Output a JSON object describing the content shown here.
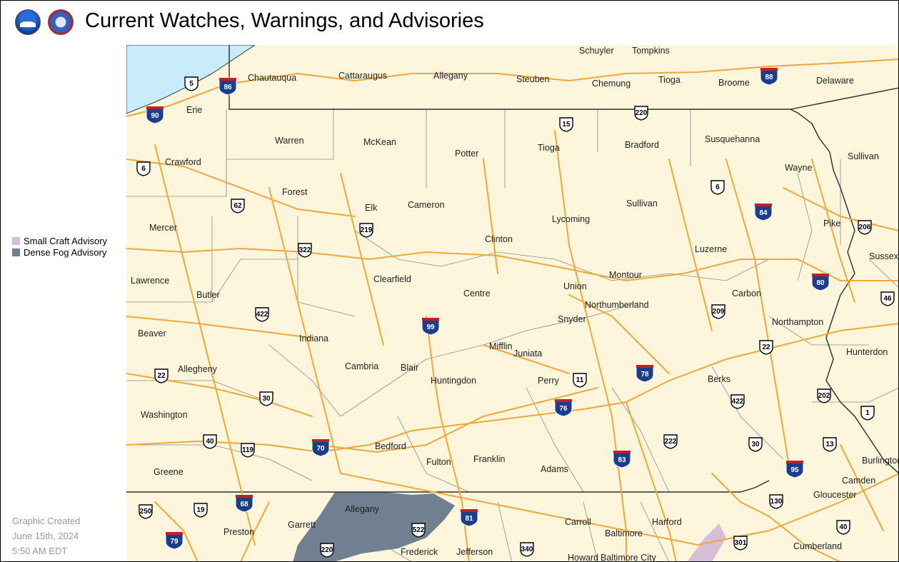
{
  "header": {
    "title": "Current Watches, Warnings, and Advisories",
    "logos": [
      "noaa-logo",
      "nws-logo"
    ]
  },
  "legend": {
    "items": [
      {
        "label": "Small Craft Advisory",
        "color": "#d8bfd8"
      },
      {
        "label": "Dense Fog Advisory",
        "color": "#708090"
      }
    ]
  },
  "footer": {
    "line1": "Graphic Created",
    "line2": "June 15th, 2024",
    "line3": "5:50 AM EDT"
  },
  "map": {
    "land_color": "#fdf6dc",
    "lake_color": "#c9ecfb",
    "road_color": "#f2a73a",
    "counties": [
      "Schuyler",
      "Tompkins",
      "Chautauqua",
      "Cattaraugus",
      "Allegany",
      "Steuben",
      "Chemung",
      "Tioga",
      "Broome",
      "Delaware",
      "Erie",
      "Warren",
      "McKean",
      "Potter",
      "Tioga",
      "Bradford",
      "Susquehanna",
      "Sullivan",
      "Wayne",
      "Crawford",
      "Forest",
      "Elk",
      "Cameron",
      "Sullivan",
      "Lycoming",
      "Mercer",
      "Clinton",
      "Pike",
      "Luzerne",
      "Sussex",
      "Montour",
      "Lawrence",
      "Clearfield",
      "Union",
      "Carbon",
      "Butler",
      "Centre",
      "Northumberland",
      "Snyder",
      "Northampton",
      "Beaver",
      "Indiana",
      "Mifflin",
      "Juniata",
      "Hunterdon",
      "Allegheny",
      "Cambria",
      "Blair",
      "Huntingdon",
      "Perry",
      "Berks",
      "Washington",
      "Bedford",
      "Fulton",
      "Franklin",
      "Adams",
      "Greene",
      "Burlington",
      "Camden",
      "Gloucester",
      "Garrett",
      "Allegany",
      "Preston",
      "Carroll",
      "Harford",
      "Baltimore",
      "Frederick",
      "Jefferson",
      "Howard",
      "Baltimore City",
      "Cumberland"
    ],
    "us_routes": [
      "5",
      "15",
      "220",
      "6",
      "62",
      "219",
      "322",
      "6",
      "206",
      "422",
      "209",
      "46",
      "22",
      "22",
      "11",
      "30",
      "422",
      "202",
      "1",
      "40",
      "119",
      "222",
      "30",
      "13",
      "250",
      "19",
      "522",
      "220",
      "340",
      "130",
      "40",
      "301"
    ],
    "interstates": [
      "86",
      "88",
      "90",
      "84",
      "80",
      "99",
      "78",
      "76",
      "70",
      "83",
      "95",
      "68",
      "81",
      "79"
    ]
  }
}
